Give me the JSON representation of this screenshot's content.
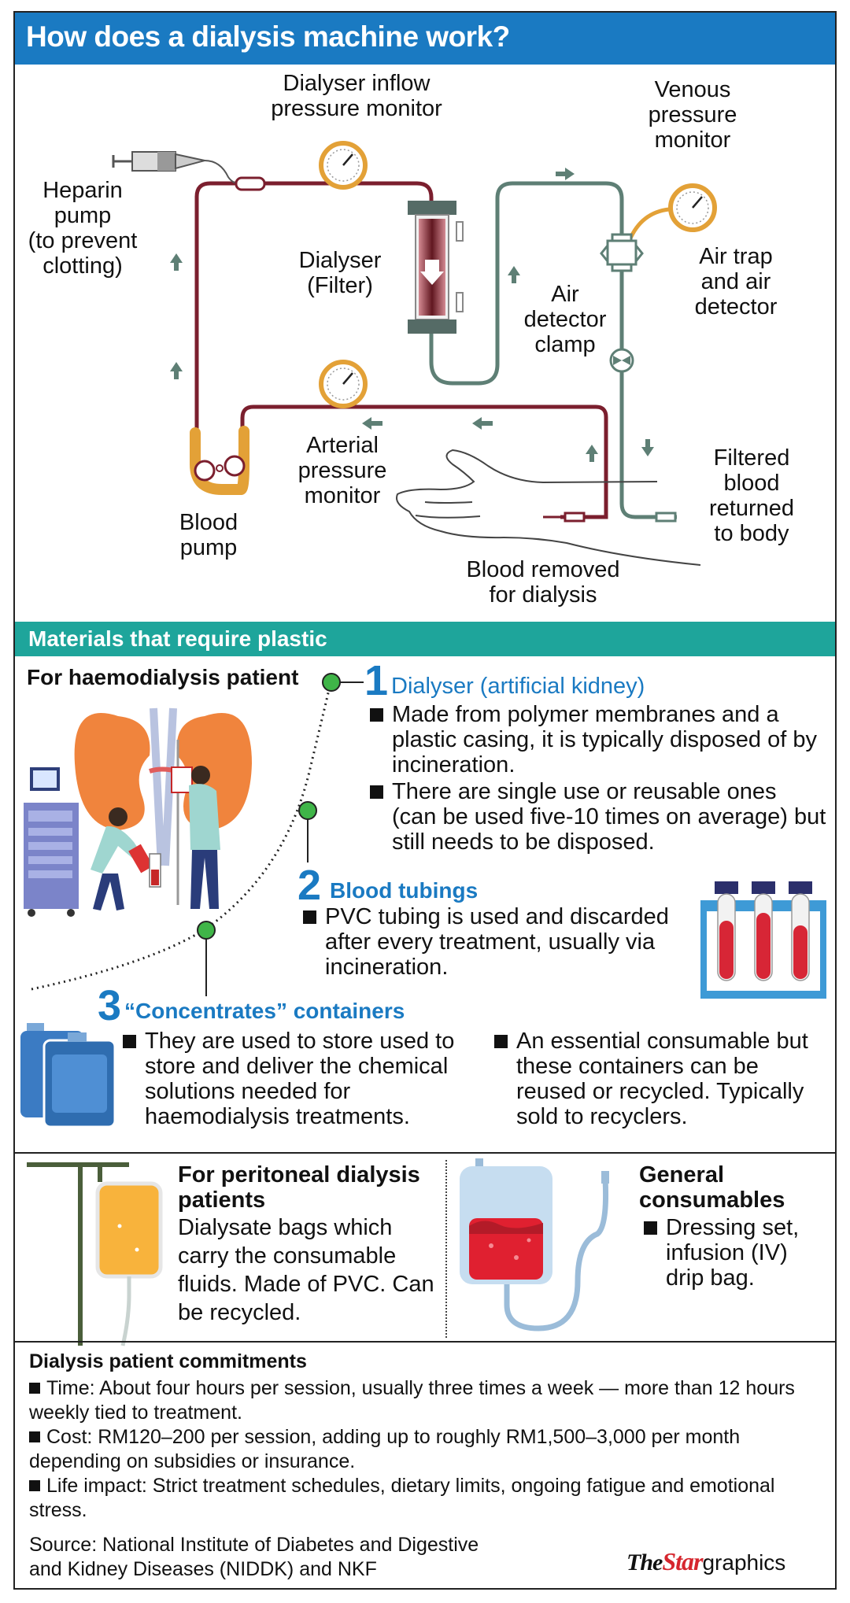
{
  "title": "How does a dialysis machine work?",
  "diagram": {
    "dialyser_inflow": [
      "Dialyser inflow",
      "pressure monitor"
    ],
    "venous": [
      "Venous",
      "pressure",
      "monitor"
    ],
    "heparin": [
      "Heparin",
      "pump",
      "(to prevent",
      "clotting)"
    ],
    "dialyser_filter": [
      "Dialyser",
      "(Filter)"
    ],
    "air_trap": [
      "Air trap",
      "and air",
      "detector"
    ],
    "air_clamp": [
      "Air",
      "detector",
      "clamp"
    ],
    "arterial": [
      "Arterial",
      "pressure",
      "monitor"
    ],
    "filtered": [
      "Filtered",
      "blood",
      "returned",
      "to body"
    ],
    "blood_pump": [
      "Blood",
      "pump"
    ],
    "blood_removed": [
      "Blood removed",
      "for dialysis"
    ]
  },
  "materials": {
    "section_title": "Materials that require plastic",
    "haemo_title": "For haemodialysis patient",
    "item1": {
      "num": "1",
      "title": "Dialyser (artificial kidney)",
      "bullets": [
        "Made from polymer membranes and a plastic casing, it is typically disposed of by incineration.",
        "There are single use or reusable ones (can be used five-10 times on average) but still needs to be disposed."
      ]
    },
    "item2": {
      "num": "2",
      "title": "Blood tubings",
      "bullets": [
        "PVC tubing is used and discarded after every treatment, usually via incineration."
      ]
    },
    "item3": {
      "num": "3",
      "title": "“Concentrates” containers",
      "bullets": [
        "They are used to store used to store and deliver the chemical solutions needed for haemodialysis treatments.",
        "An essential consumable but these containers can be reused or recycled. Typically sold to recyclers."
      ]
    }
  },
  "peritoneal": {
    "title": "For peritoneal dialysis patients",
    "text": "Dialysate bags which carry the consumable fluids. Made of PVC. Can be recycled."
  },
  "general": {
    "title": "General consumables",
    "bullet": "Dressing set, infusion (IV) drip bag."
  },
  "commitments": {
    "title": "Dialysis patient commitments",
    "items": [
      "Time: About four hours per session, usually three times a week — more than 12 hours weekly tied to treatment.",
      "Cost: RM120–200 per session, adding up to roughly RM1,500–3,000 per month depending on subsidies or insurance.",
      "Life impact: Strict treatment schedules, dietary limits, ongoing fatigue and emotional stress."
    ],
    "source": [
      "Source: National Institute of Diabetes and Digestive",
      "and Kidney Diseases (NIDDK) and NKF"
    ]
  },
  "brand": {
    "the": "The",
    "star": "Star",
    "graphics": "graphics"
  },
  "colors": {
    "blue": "#1a7ac2",
    "teal": "#1ea59b",
    "blood": "#7b1f2e",
    "venous": "#5e7f75",
    "gauge": "#e3a137"
  }
}
